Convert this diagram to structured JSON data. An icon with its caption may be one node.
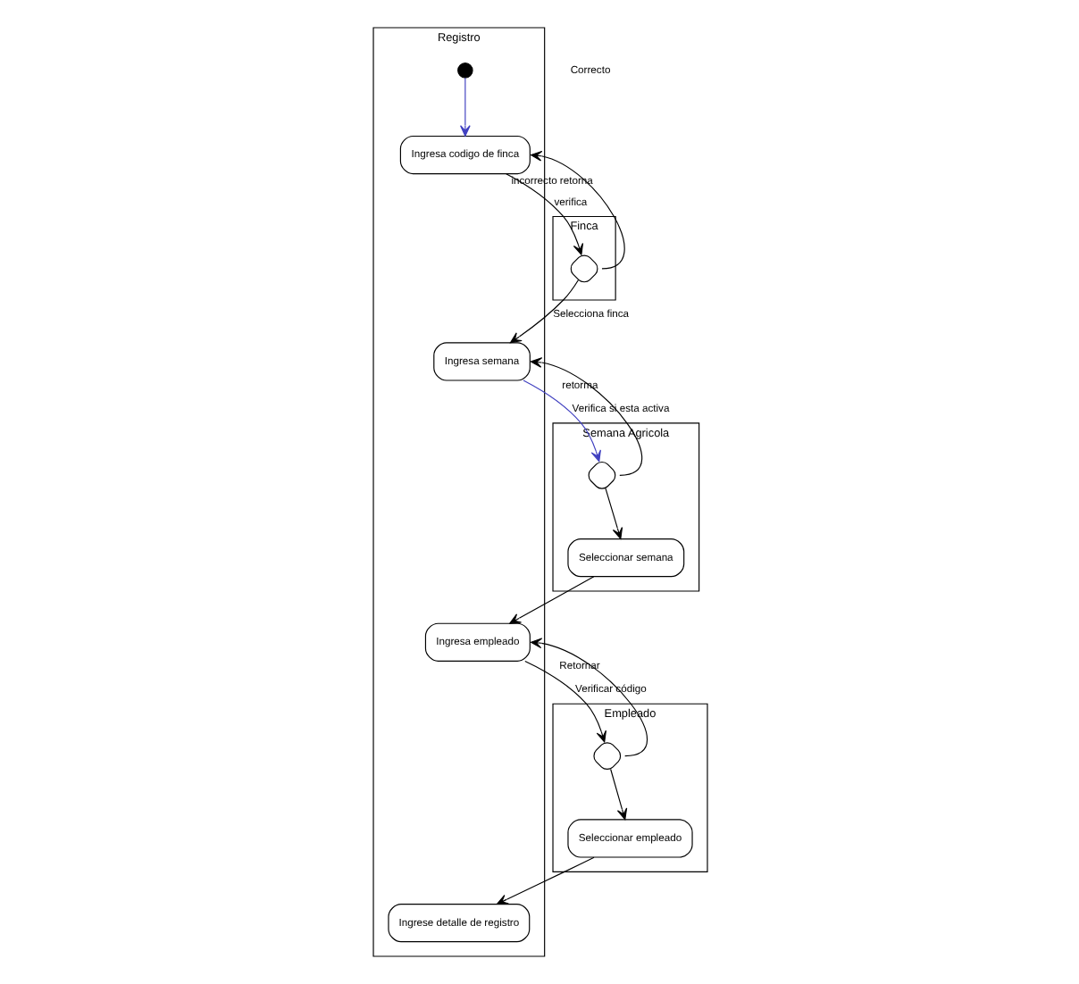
{
  "diagram": {
    "nodes": [
      {
        "text": [
          "Registro"
        ]
      },
      {
        "text": [
          "Finca"
        ]
      },
      {
        "text": [
          "Semana Agricola"
        ]
      },
      {
        "text": [
          "Empleado"
        ]
      },
      {
        "text": [],
        "shape": "circle",
        "in": 0
      },
      {
        "text": [
          "Ingresa codigo de finca"
        ],
        "in": 0
      },
      {
        "text": [],
        "shape": "diamond",
        "in": 1
      },
      {
        "text": [
          "Ingresa semana"
        ],
        "in": 0
      },
      {
        "text": [],
        "shape": "diamond",
        "in": 2
      },
      {
        "text": [
          "Seleccionar semana"
        ],
        "in": 2
      },
      {
        "text": [
          "Ingresa empleado"
        ],
        "in": 0
      },
      {
        "text": [],
        "shape": "diamond",
        "in": 3
      },
      {
        "text": [
          "Seleccionar empleado"
        ],
        "in": 3
      },
      {
        "text": [
          "Ingrese detalle de registro"
        ],
        "in": 0
      }
    ],
    "edges": [
      {
        "from": 4,
        "to": 5,
        "arrow": "to",
        "color": "#4040c0"
      },
      {
        "from": 5,
        "to": 6,
        "arrow": "to",
        "label": "verifica"
      },
      {
        "from": 6,
        "to": 5,
        "arrow": "to",
        "label": "incorrecto retorna"
      },
      {
        "from": 6,
        "to": 7,
        "arrow": "to",
        "label": "Selecciona finca"
      },
      {
        "from": 7,
        "to": 8,
        "arrow": "to",
        "label": "Verifica si esta activa",
        "color": "#4040c0"
      },
      {
        "from": 8,
        "to": 7,
        "arrow": "to",
        "label": "retorma"
      },
      {
        "from": 8,
        "to": 9,
        "arrow": "to"
      },
      {
        "from": 9,
        "to": 10,
        "arrow": "to"
      },
      {
        "from": 10,
        "to": 11,
        "arrow": "to",
        "label": "Verificar código"
      },
      {
        "from": 11,
        "to": 10,
        "arrow": "to",
        "label": "Retornar"
      },
      {
        "from": 11,
        "to": 12,
        "arrow": "to"
      },
      {
        "from": 12,
        "to": 13,
        "arrow": "to"
      }
    ],
    "labels": [
      "Correcto"
    ]
  }
}
